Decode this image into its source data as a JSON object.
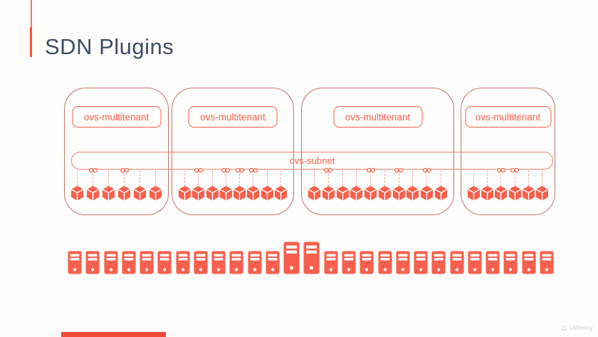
{
  "colors": {
    "accent": "#f85f4c",
    "container_border": "#c3756c",
    "band_border": "#ef8577",
    "connector": "#f5aa9d",
    "title_text": "#3f4d63",
    "top_accent": "#fb5142",
    "bottom_bar": "#ef4a3a",
    "background": "#fdfdfb",
    "watermark": "#dedbd7"
  },
  "header": {
    "title": "SDN Plugins"
  },
  "diagram": {
    "subnet_label": "ovs-subnet",
    "containers": [
      {
        "label": "ovs-multitenant",
        "pod_count": 6,
        "link_positions": [
          1,
          3
        ]
      },
      {
        "label": "ovs-multitenant",
        "pod_count": 8,
        "link_positions": [
          1,
          3,
          4,
          5
        ]
      },
      {
        "label": "ovs-multitenant",
        "pod_count": 10,
        "link_positions": [
          1,
          4,
          6,
          8
        ]
      },
      {
        "label": "ovs-multitenant",
        "pod_count": 6,
        "link_positions": [
          2,
          3
        ]
      }
    ],
    "icons": {
      "pod": "cube-icon",
      "interface": "link-icon"
    }
  },
  "hosts": {
    "count": 27,
    "large_indices": [
      12,
      13
    ],
    "icon": "server-icon",
    "large_icon": "server-icon-large"
  },
  "footer": {
    "watermark_text": "Udemy"
  }
}
